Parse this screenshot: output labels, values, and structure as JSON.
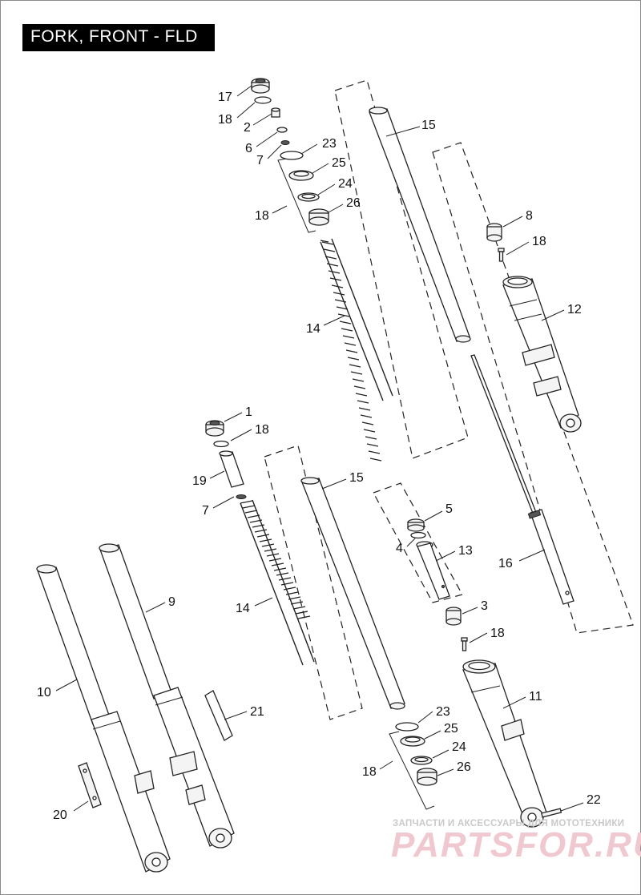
{
  "title": "FORK, FRONT - FLD",
  "watermark": {
    "tagline": "ЗАПЧАСТИ И АКСЕССУАРЫ ДЛЯ МОТОТЕХНИКИ",
    "logo": "PARTSFOR.RU",
    "color": "#f0c8d0"
  },
  "callouts": [
    {
      "id": "c17",
      "label": "17"
    },
    {
      "id": "c18a",
      "label": "18"
    },
    {
      "id": "c2",
      "label": "2"
    },
    {
      "id": "c6",
      "label": "6"
    },
    {
      "id": "c7a",
      "label": "7"
    },
    {
      "id": "c23a",
      "label": "23"
    },
    {
      "id": "c25a",
      "label": "25"
    },
    {
      "id": "c24a",
      "label": "24"
    },
    {
      "id": "c26a",
      "label": "26"
    },
    {
      "id": "c18b",
      "label": "18"
    },
    {
      "id": "c15a",
      "label": "15"
    },
    {
      "id": "c8",
      "label": "8"
    },
    {
      "id": "c18c",
      "label": "18"
    },
    {
      "id": "c12",
      "label": "12"
    },
    {
      "id": "c14a",
      "label": "14"
    },
    {
      "id": "c1",
      "label": "1"
    },
    {
      "id": "c18d",
      "label": "18"
    },
    {
      "id": "c19",
      "label": "19"
    },
    {
      "id": "c7b",
      "label": "7"
    },
    {
      "id": "c15b",
      "label": "15"
    },
    {
      "id": "c5",
      "label": "5"
    },
    {
      "id": "c4",
      "label": "4"
    },
    {
      "id": "c13",
      "label": "13"
    },
    {
      "id": "c16",
      "label": "16"
    },
    {
      "id": "c9",
      "label": "9"
    },
    {
      "id": "c14b",
      "label": "14"
    },
    {
      "id": "c3",
      "label": "3"
    },
    {
      "id": "c18e",
      "label": "18"
    },
    {
      "id": "c10",
      "label": "10"
    },
    {
      "id": "c11",
      "label": "11"
    },
    {
      "id": "c21",
      "label": "21"
    },
    {
      "id": "c23b",
      "label": "23"
    },
    {
      "id": "c25b",
      "label": "25"
    },
    {
      "id": "c24b",
      "label": "24"
    },
    {
      "id": "c18f",
      "label": "18"
    },
    {
      "id": "c26b",
      "label": "26"
    },
    {
      "id": "c22",
      "label": "22"
    },
    {
      "id": "c20",
      "label": "20"
    }
  ]
}
